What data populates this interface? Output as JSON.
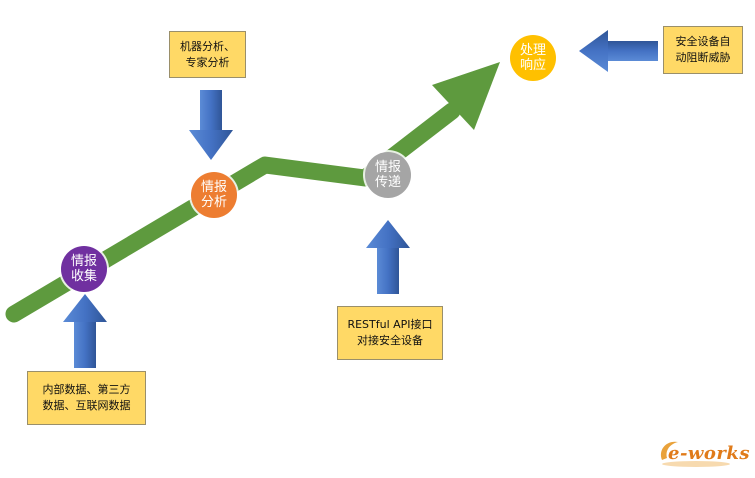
{
  "nodes": {
    "collect": {
      "line1": "情报",
      "line2": "收集",
      "color": "#7030a0"
    },
    "analyze": {
      "line1": "情报",
      "line2": "分析",
      "color": "#ed7d31"
    },
    "transmit": {
      "line1": "情报",
      "line2": "传递",
      "color": "#a5a5a5"
    },
    "respond": {
      "line1": "处理",
      "line2": "响应",
      "color": "#ffc000"
    }
  },
  "notes": {
    "sources": {
      "line1": "内部数据、第三方",
      "line2": "数据、互联网数据"
    },
    "analysis": {
      "line1": "机器分析、",
      "line2": "专家分析"
    },
    "api": {
      "line1": "RESTful API接口",
      "line2": "对接安全设备"
    },
    "block": {
      "line1": "安全设备自",
      "line2": "动阻断威胁"
    }
  },
  "logo": {
    "text": "e-works"
  },
  "colors": {
    "path": "#70ad47",
    "path_dark": "#4f7f33",
    "arrow": "#4472c4",
    "note_fill": "#ffd966"
  }
}
